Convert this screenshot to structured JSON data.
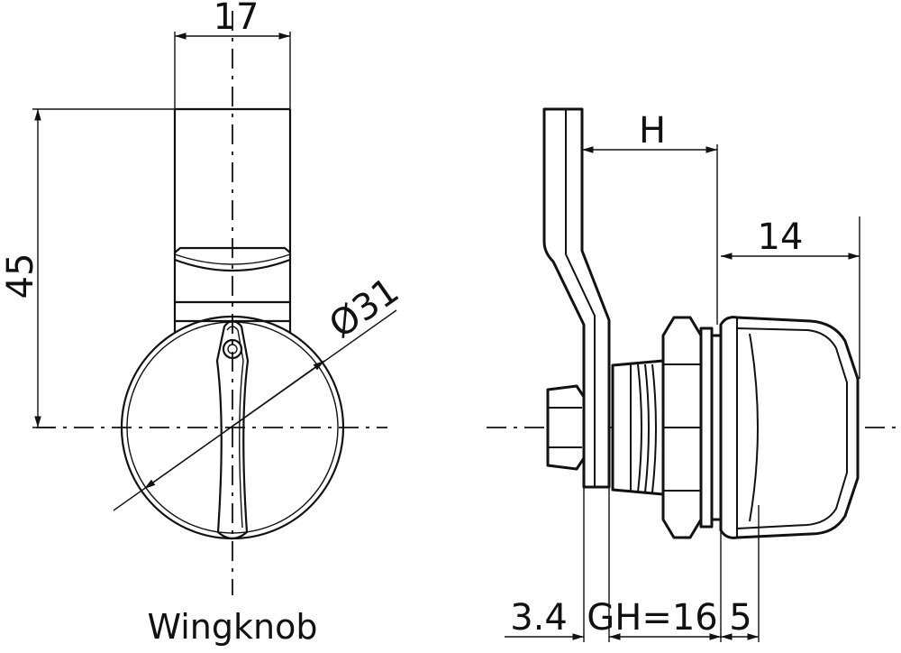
{
  "drawing": {
    "front_view": {
      "dim_width": "17",
      "dim_height": "45",
      "dim_diameter": "Ø31",
      "caption": "Wingknob"
    },
    "side_view": {
      "dim_H": "H",
      "dim_knob": "14",
      "dim_bottom_a": "3.4",
      "dim_bottom_b": "GH=16",
      "dim_bottom_c": "5"
    }
  }
}
